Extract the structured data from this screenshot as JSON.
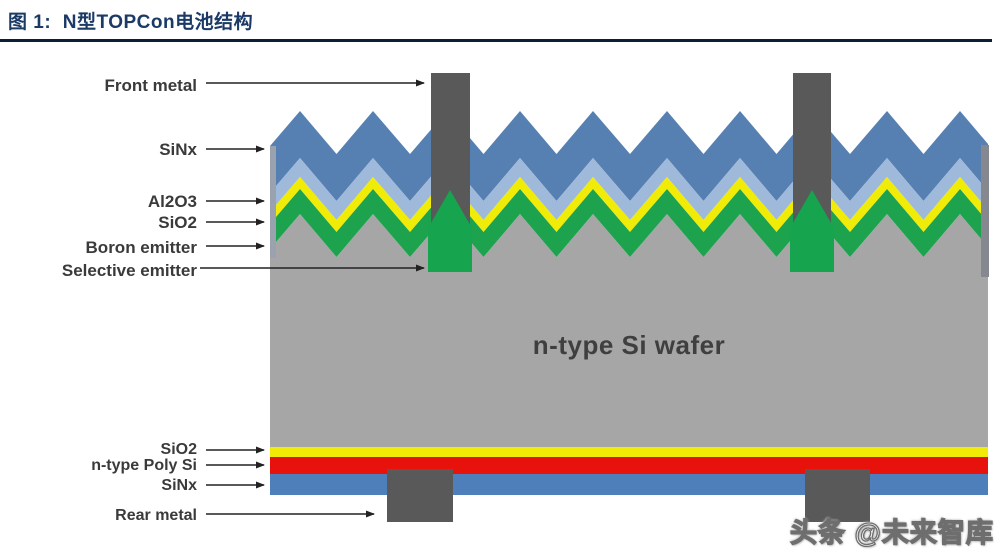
{
  "figure": {
    "title": "图 1:  N型TOPCon电池结构"
  },
  "diagram": {
    "front_labels": {
      "front_metal": "Front metal",
      "sinx": "SiNx",
      "al2o3": "Al2O3",
      "sio2": "SiO2",
      "boron_emitter": "Boron emitter",
      "selective_emitter": "Selective emitter"
    },
    "wafer_label": "n-type Si wafer",
    "rear_labels": {
      "sio2": "SiO2",
      "n_type_poly_si": "n-type Poly Si",
      "sinx": "SiNx",
      "rear_metal": "Rear metal"
    }
  },
  "watermark": "头条 @未来智库",
  "colors": {
    "title_navy": "#1b3a66",
    "sinx_front": "#5680b2",
    "al2o3_layer": "#9fb9da",
    "sio2_layer": "#f0ec08",
    "boron_emitter": "#1da24e",
    "selective_emitter": "#16a44e",
    "wafer_grey": "#a6a6a6",
    "metal_grey": "#595959",
    "poly_si_red": "#e8120c",
    "rear_sinx_blue": "#4f7fba",
    "arrow": "#222222"
  }
}
